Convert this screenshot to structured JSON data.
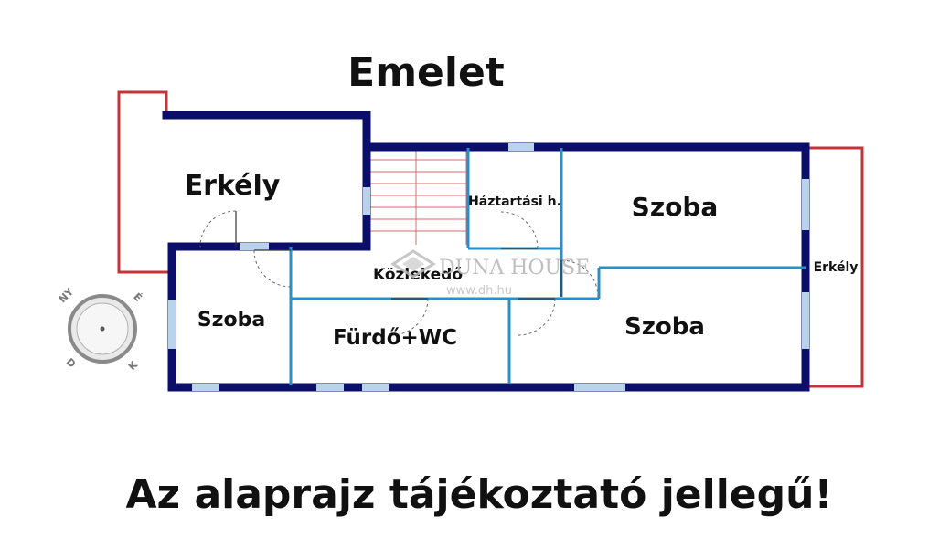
{
  "floor_title": "Emelet",
  "rooms": {
    "erkely_left": "Erkély",
    "haztartasi": "Háztartási h.",
    "szoba_top_right": "Szoba",
    "kozlekedo": "Közlekedő",
    "erkely_right": "Erkély",
    "szoba_left": "Szoba",
    "furdo_wc": "Fürdő+WC",
    "szoba_bottom_right": "Szoba"
  },
  "watermark": {
    "brand": "DUNA HOUSE",
    "url": "www.dh.hu"
  },
  "compass": {
    "north_letter": "É",
    "south_letter": "D",
    "east_letter": "K",
    "west_letter": "NY"
  },
  "disclaimer": "Az alaprajz tájékoztató jellegű!",
  "colors": {
    "outer_wall": "#0b0f6b",
    "inner_wall": "#2a8fc7",
    "balcony_outline": "#c0343a",
    "window": "#b9d3ea",
    "stairs": "#d86a6a"
  }
}
